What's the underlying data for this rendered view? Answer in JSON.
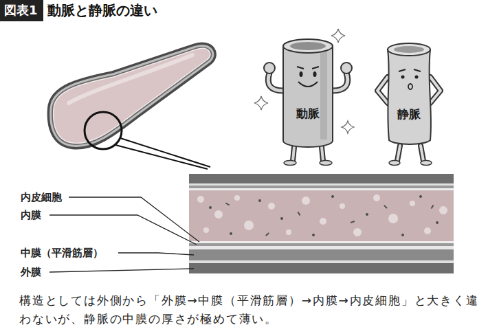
{
  "diagram": {
    "title": "動脈と静脈の違い",
    "caption": "構造としては外側から「外膜→中膜（平滑筋層）→内膜→内皮細胞」と大きく違わないが、静脈の中膜の厚さが極めて薄い。",
    "nodes": [
      {
        "text": [
          "図表1"
        ]
      },
      {
        "text": [
          "動脈"
        ]
      },
      {
        "text": [
          "静脈"
        ]
      }
    ],
    "labels": [
      "内皮細胞",
      "内膜",
      "中膜（平滑筋層）",
      "外膜"
    ]
  }
}
